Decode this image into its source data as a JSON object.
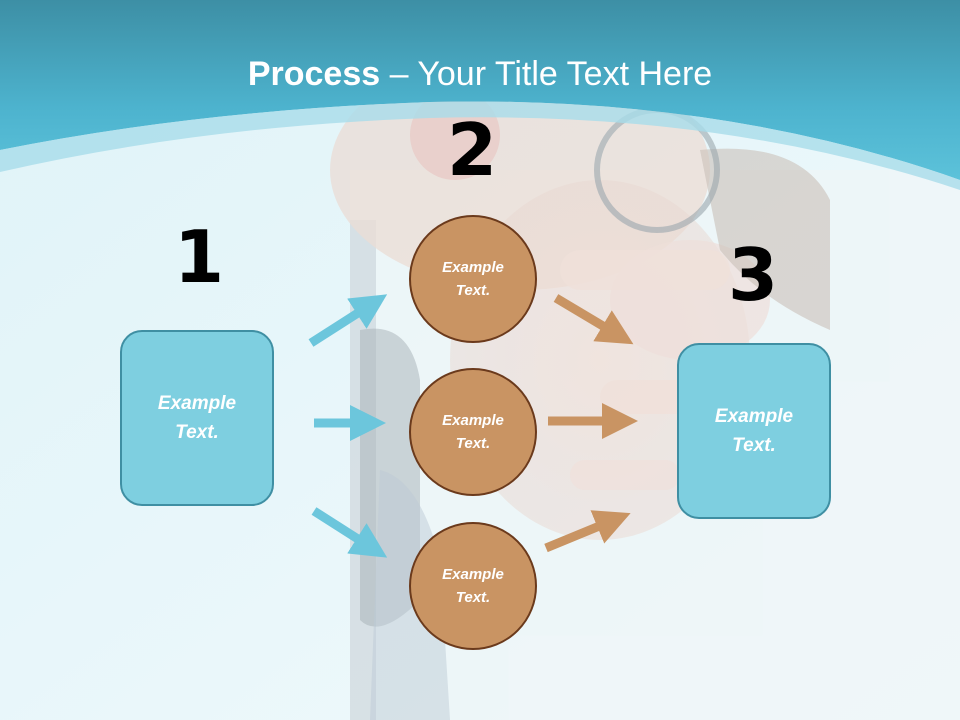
{
  "title": {
    "bold": "Process",
    "rest": " – Your Title Text Here"
  },
  "steps": {
    "one": "1",
    "two": "2",
    "three": "3"
  },
  "left_box": {
    "text": "Example Text."
  },
  "right_box": {
    "text": "Example Text."
  },
  "circles": [
    {
      "text": "Example Text."
    },
    {
      "text": "Example Text."
    },
    {
      "text": "Example Text."
    }
  ],
  "colors": {
    "header": "#3aa9c6",
    "box_fill": "#7ecfe0",
    "box_border": "#3f8fa3",
    "circle_fill": "#c99463",
    "circle_border": "#6b3a1c",
    "arrow_blue": "#6cc6dc",
    "arrow_orange": "#c99463"
  }
}
